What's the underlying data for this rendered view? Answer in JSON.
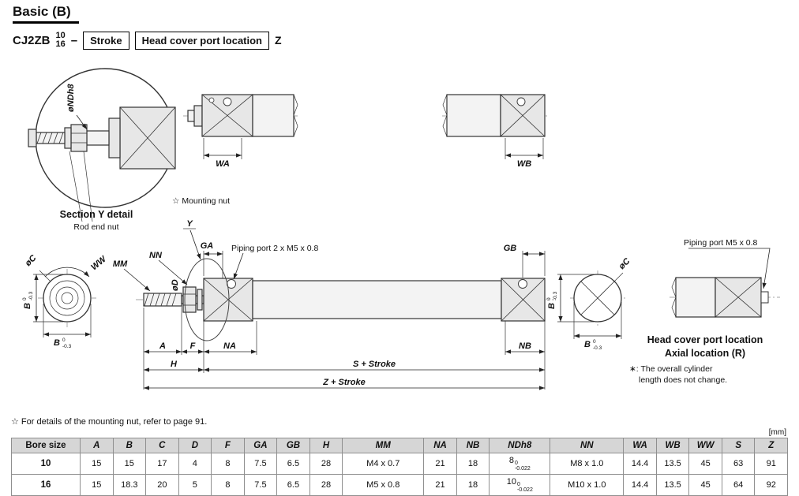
{
  "page": {
    "title": "Basic (B)"
  },
  "model": {
    "series": "CJ2ZB",
    "bore_top": "10",
    "bore_bottom": "16",
    "separator": "–",
    "stroke_box": "Stroke",
    "port_box": "Head cover port location",
    "suffix": "Z"
  },
  "drawing": {
    "ndh8": "øNDh8",
    "section_y_title": "Section Y detail",
    "rod_end_nut": "Rod end nut",
    "wa": "WA",
    "wb": "WB",
    "mounting_nut": "☆ Mounting nut",
    "y": "Y",
    "mm": "MM",
    "nn": "NN",
    "od": "øD",
    "oc": "øC",
    "ww": "WW",
    "ga": "GA",
    "gb": "GB",
    "piping_port_double": "Piping port 2 x M5 x 0.8",
    "piping_port_axial": "Piping port M5 x 0.8",
    "a": "A",
    "f": "F",
    "na": "NA",
    "nb": "NB",
    "h": "H",
    "s_stroke": "S + Stroke",
    "z_stroke": "Z + Stroke",
    "b_tol": {
      "base": "B",
      "up": "0",
      "dn": "-0.3"
    },
    "head_cover_title": "Head cover port location",
    "head_cover_subtitle": "Axial location (R)",
    "head_cover_note1": "∗: The overall cylinder",
    "head_cover_note2": "length does not change."
  },
  "footnote": "☆ For details of the mounting nut, refer to page 91.",
  "units_label": "[mm]",
  "table": {
    "columns": [
      "Bore size",
      "A",
      "B",
      "C",
      "D",
      "F",
      "GA",
      "GB",
      "H",
      "MM",
      "NA",
      "NB",
      "NDh8",
      "NN",
      "WA",
      "WB",
      "WW",
      "S",
      "Z"
    ],
    "rows": [
      [
        "10",
        "15",
        "15",
        "17",
        "4",
        "8",
        "7.5",
        "6.5",
        "28",
        "M4 x 0.7",
        "21",
        "18",
        {
          "base": "8",
          "up": "0",
          "dn": "-0.022"
        },
        "M8 x 1.0",
        "14.4",
        "13.5",
        "45",
        "63",
        "91"
      ],
      [
        "16",
        "15",
        "18.3",
        "20",
        "5",
        "8",
        "7.5",
        "6.5",
        "28",
        "M5 x 0.8",
        "21",
        "18",
        {
          "base": "10",
          "up": "0",
          "dn": "-0.022"
        },
        "M10 x 1.0",
        "14.4",
        "13.5",
        "45",
        "64",
        "92"
      ]
    ]
  }
}
